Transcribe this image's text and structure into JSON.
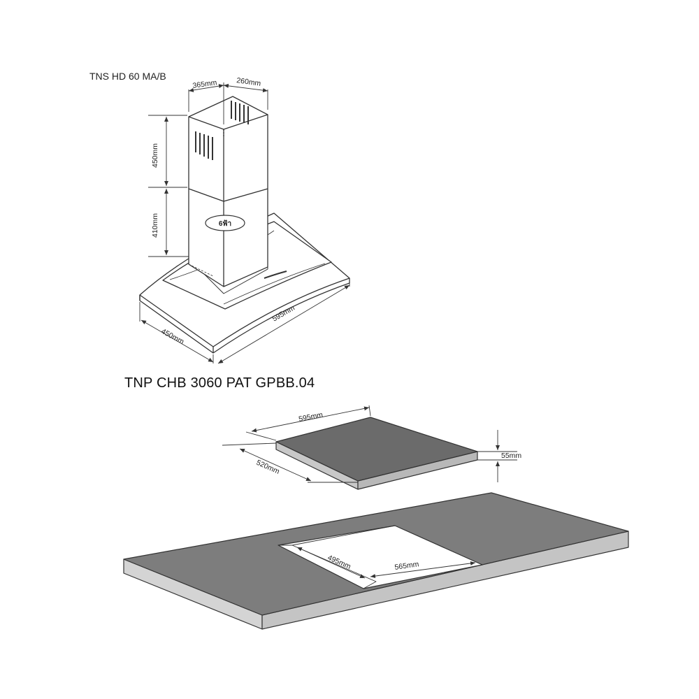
{
  "hood": {
    "model": "TNS HD 60 MA/B",
    "chimney_depth": "365mm",
    "chimney_width": "260mm",
    "upper_chimney_height": "450mm",
    "lower_chimney_height": "410mm",
    "canopy_depth": "450mm",
    "canopy_width": "595mm",
    "logo_text": "6ฟ้า"
  },
  "hob": {
    "model": "TNP CHB 3060 PAT GPBB.04",
    "width": "595mm",
    "depth": "520mm",
    "thickness": "55mm",
    "cutout_depth": "495mm",
    "cutout_width": "565mm"
  },
  "colors": {
    "line": "#333333",
    "hob_top": "#6b6b6b",
    "hob_side": "#c8c8c8",
    "counter_top": "#7d7d7d",
    "counter_side": "#d4d4d4"
  }
}
